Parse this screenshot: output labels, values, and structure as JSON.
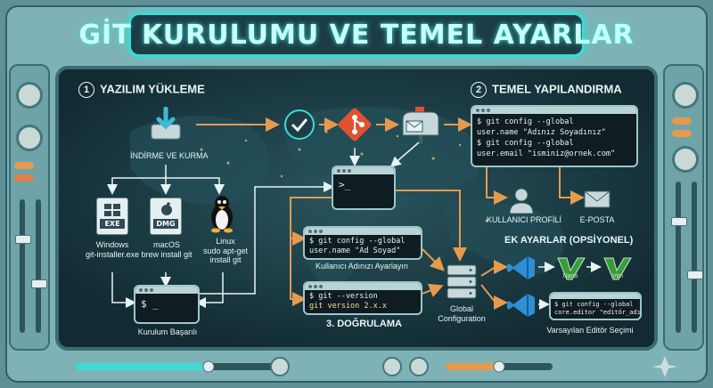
{
  "title": "GİT KURULUMU VE TEMEL AYARLAR",
  "section1": {
    "number": "1",
    "label": "YAZILIM YÜKLEME"
  },
  "section2": {
    "number": "2",
    "label": "TEMEL YAPILANDIRMA"
  },
  "section3": {
    "label": "3. DOĞRULAMA"
  },
  "extra": {
    "label": "EK AYARLAR (OPSİYONEL)"
  },
  "download": {
    "label": "İNDİRME VE KURMA"
  },
  "os": {
    "windows": {
      "badge": "EXE",
      "line1": "Windows",
      "line2": "git-installer.exe"
    },
    "macos": {
      "badge": "DMG",
      "line1": "macOS",
      "line2": "brew install git"
    },
    "linux": {
      "line1": "Linux",
      "line2": "sudo apt-get",
      "line3": "install git"
    }
  },
  "install_success": {
    "prompt": "$ _",
    "label": "Kurulum Başarılı"
  },
  "terminal_main": {
    "prompt": ">_"
  },
  "config_terminal": {
    "line1": "$ git config --global",
    "line2": "user.name \"Adınız Soyadınız\"",
    "line3": "$ git config --global",
    "line4": "user.email \"isminiz@ornek.com\""
  },
  "name_terminal": {
    "line1": "$ git config --global",
    "line2": "user.name \"Ad Soyad\"",
    "label": "Kullanıcı Adınızı Ayarlayın"
  },
  "version_terminal": {
    "line1": "$ git --version",
    "line2": "git version 2.x.x"
  },
  "global_config": {
    "line1": "Global",
    "line2": "Configuration"
  },
  "profile": {
    "label": "KULLANICI PROFİLİ"
  },
  "email": {
    "label": "E-POSTA"
  },
  "editors": {
    "vim_left": "Vim",
    "vim_left_small": "Nano",
    "vim_right": "Vim",
    "terminal_line1": "$ git config --global",
    "terminal_line2": "core.editor \"editör_adı\"",
    "label": "Varsayılan Editör Seçimi"
  },
  "colors": {
    "accent": "#3fd9d4",
    "arrow": "#e69a4e",
    "git": "#e0522f",
    "panel": "#16333c"
  }
}
